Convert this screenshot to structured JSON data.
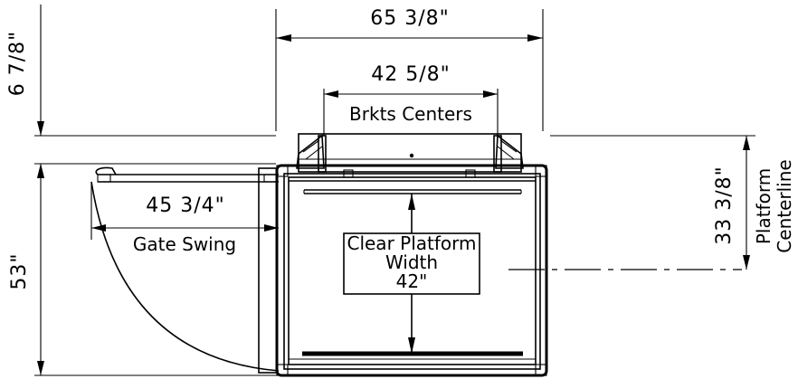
{
  "dimensions": {
    "overall_width": "65 3/8\"",
    "bracket_spacing": "42 5/8\"",
    "gate_swing_width": "45 3/4\"",
    "top_offset": "6 7/8\"",
    "overall_depth": "53\"",
    "to_centerline": "33 3/8\"",
    "clear_width": "42\""
  },
  "labels": {
    "bracket_centers": "Brkts Centers",
    "gate_swing": "Gate Swing",
    "clear_platform_line1": "Clear Platform",
    "clear_platform_line2": "Width",
    "platform_centerline_line1": "Platform",
    "platform_centerline_line2": "Centerline"
  }
}
